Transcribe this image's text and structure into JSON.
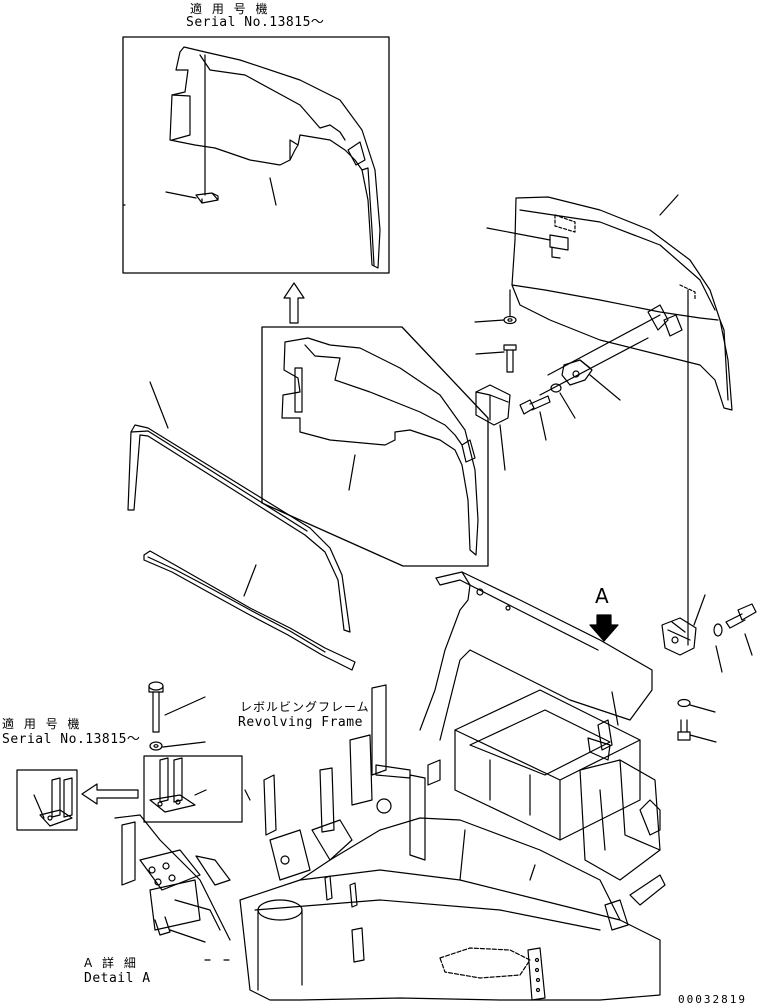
{
  "labels": {
    "top_serial_jp": "適 用 号 機",
    "top_serial_en": "Serial No.13815〜",
    "left_serial_jp": "適 用 号 機",
    "left_serial_en": "Serial No.13815〜",
    "frame_jp": "レボルビングフレーム",
    "frame_en": "Revolving Frame",
    "view_arrow_letter": "A",
    "detail_jp": "A 詳 細",
    "detail_en": "Detail A",
    "drawing_number": "00032819"
  }
}
